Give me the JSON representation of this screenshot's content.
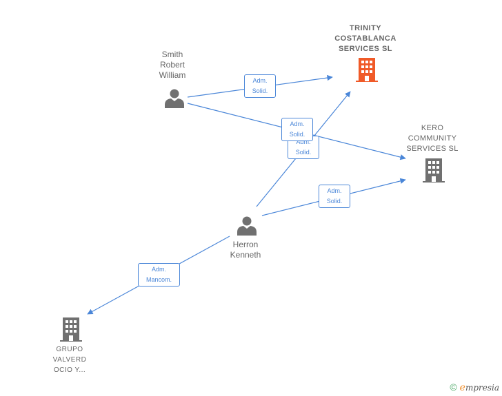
{
  "nodes": {
    "trinity": {
      "lines": [
        "TRINITY",
        "COSTABLANCA",
        "SERVICES  SL"
      ],
      "color": "#f05a28"
    },
    "kero": {
      "lines": [
        "KERO",
        "COMMUNITY",
        "SERVICES  SL"
      ],
      "color": "#707070"
    },
    "grupo": {
      "lines": [
        "GRUPO",
        "VALVERD",
        "OCIO Y..."
      ],
      "color": "#707070"
    },
    "smith": {
      "lines": [
        "Smith",
        "Robert",
        "William"
      ],
      "color": "#707070"
    },
    "herron": {
      "lines": [
        "Herron",
        "Kenneth"
      ],
      "color": "#707070"
    }
  },
  "edges": {
    "smith_trinity": {
      "lines": [
        "Adm.",
        "Solid."
      ]
    },
    "smith_kero": {
      "lines": [
        "Adm.",
        "Solid."
      ]
    },
    "herron_trinity": {
      "lines": [
        "Adm.",
        "Solid."
      ]
    },
    "herron_kero": {
      "lines": [
        "Adm.",
        "Solid."
      ]
    },
    "herron_grupo": {
      "lines": [
        "Adm.",
        "Mancom."
      ]
    }
  },
  "edge_color": "#4a86d8",
  "watermark": {
    "symbol": "©",
    "brand_initial": "e",
    "brand_rest": "mpresia"
  }
}
